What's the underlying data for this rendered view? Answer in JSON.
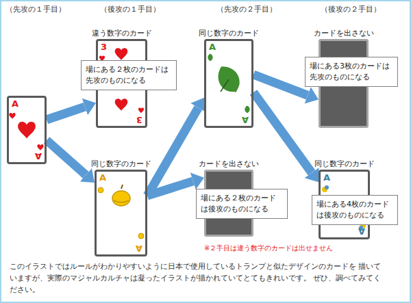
{
  "diagram": {
    "nodes": [
      {
        "text": [
          "A",
          "A"
        ]
      },
      {
        "text": [
          "違う数字のカード",
          "3",
          "3"
        ]
      },
      {
        "text": [
          "場にある２枚のカードは先攻のものになる"
        ]
      },
      {
        "text": [
          "同じ数字のカード",
          "A",
          "A"
        ]
      },
      {
        "text": [
          "同じ数字のカード",
          "A",
          "A"
        ]
      },
      {
        "text": [
          "カードを出さない"
        ]
      },
      {
        "text": [
          "場にある２枚のカードは後攻のものになる"
        ]
      },
      {
        "text": [
          "カードを出さない"
        ]
      },
      {
        "text": [
          "場にある3枚のカードは先攻のものになる"
        ]
      },
      {
        "text": [
          "同じ数字のカード",
          "A",
          "A"
        ]
      },
      {
        "text": [
          "場にある4枚のカードは後攻のものになる"
        ]
      }
    ],
    "edges": [
      {
        "from": 0,
        "to": 1,
        "arrow": "to"
      },
      {
        "from": 0,
        "to": 3,
        "arrow": "to"
      },
      {
        "from": 3,
        "to": 4,
        "arrow": "to"
      },
      {
        "from": 3,
        "to": 5,
        "arrow": "to"
      },
      {
        "from": 4,
        "to": 7,
        "arrow": "to"
      },
      {
        "from": 4,
        "to": 9,
        "arrow": "to"
      }
    ],
    "labels": [
      "（先攻の１手目）",
      "（後攻の１手目）",
      "（先攻の２手目）",
      "（後攻の２手目）",
      "※２手目は違う数字のカードは出せません",
      "このイラストではルールがわかりやすいように日本で使用しているトランプと似たデザインのカードを 描いていますが、実際のマジャルカルチャは凝ったイラストが描かれていてとてもきれいです。 ぜひ、調べてみてください。"
    ]
  }
}
